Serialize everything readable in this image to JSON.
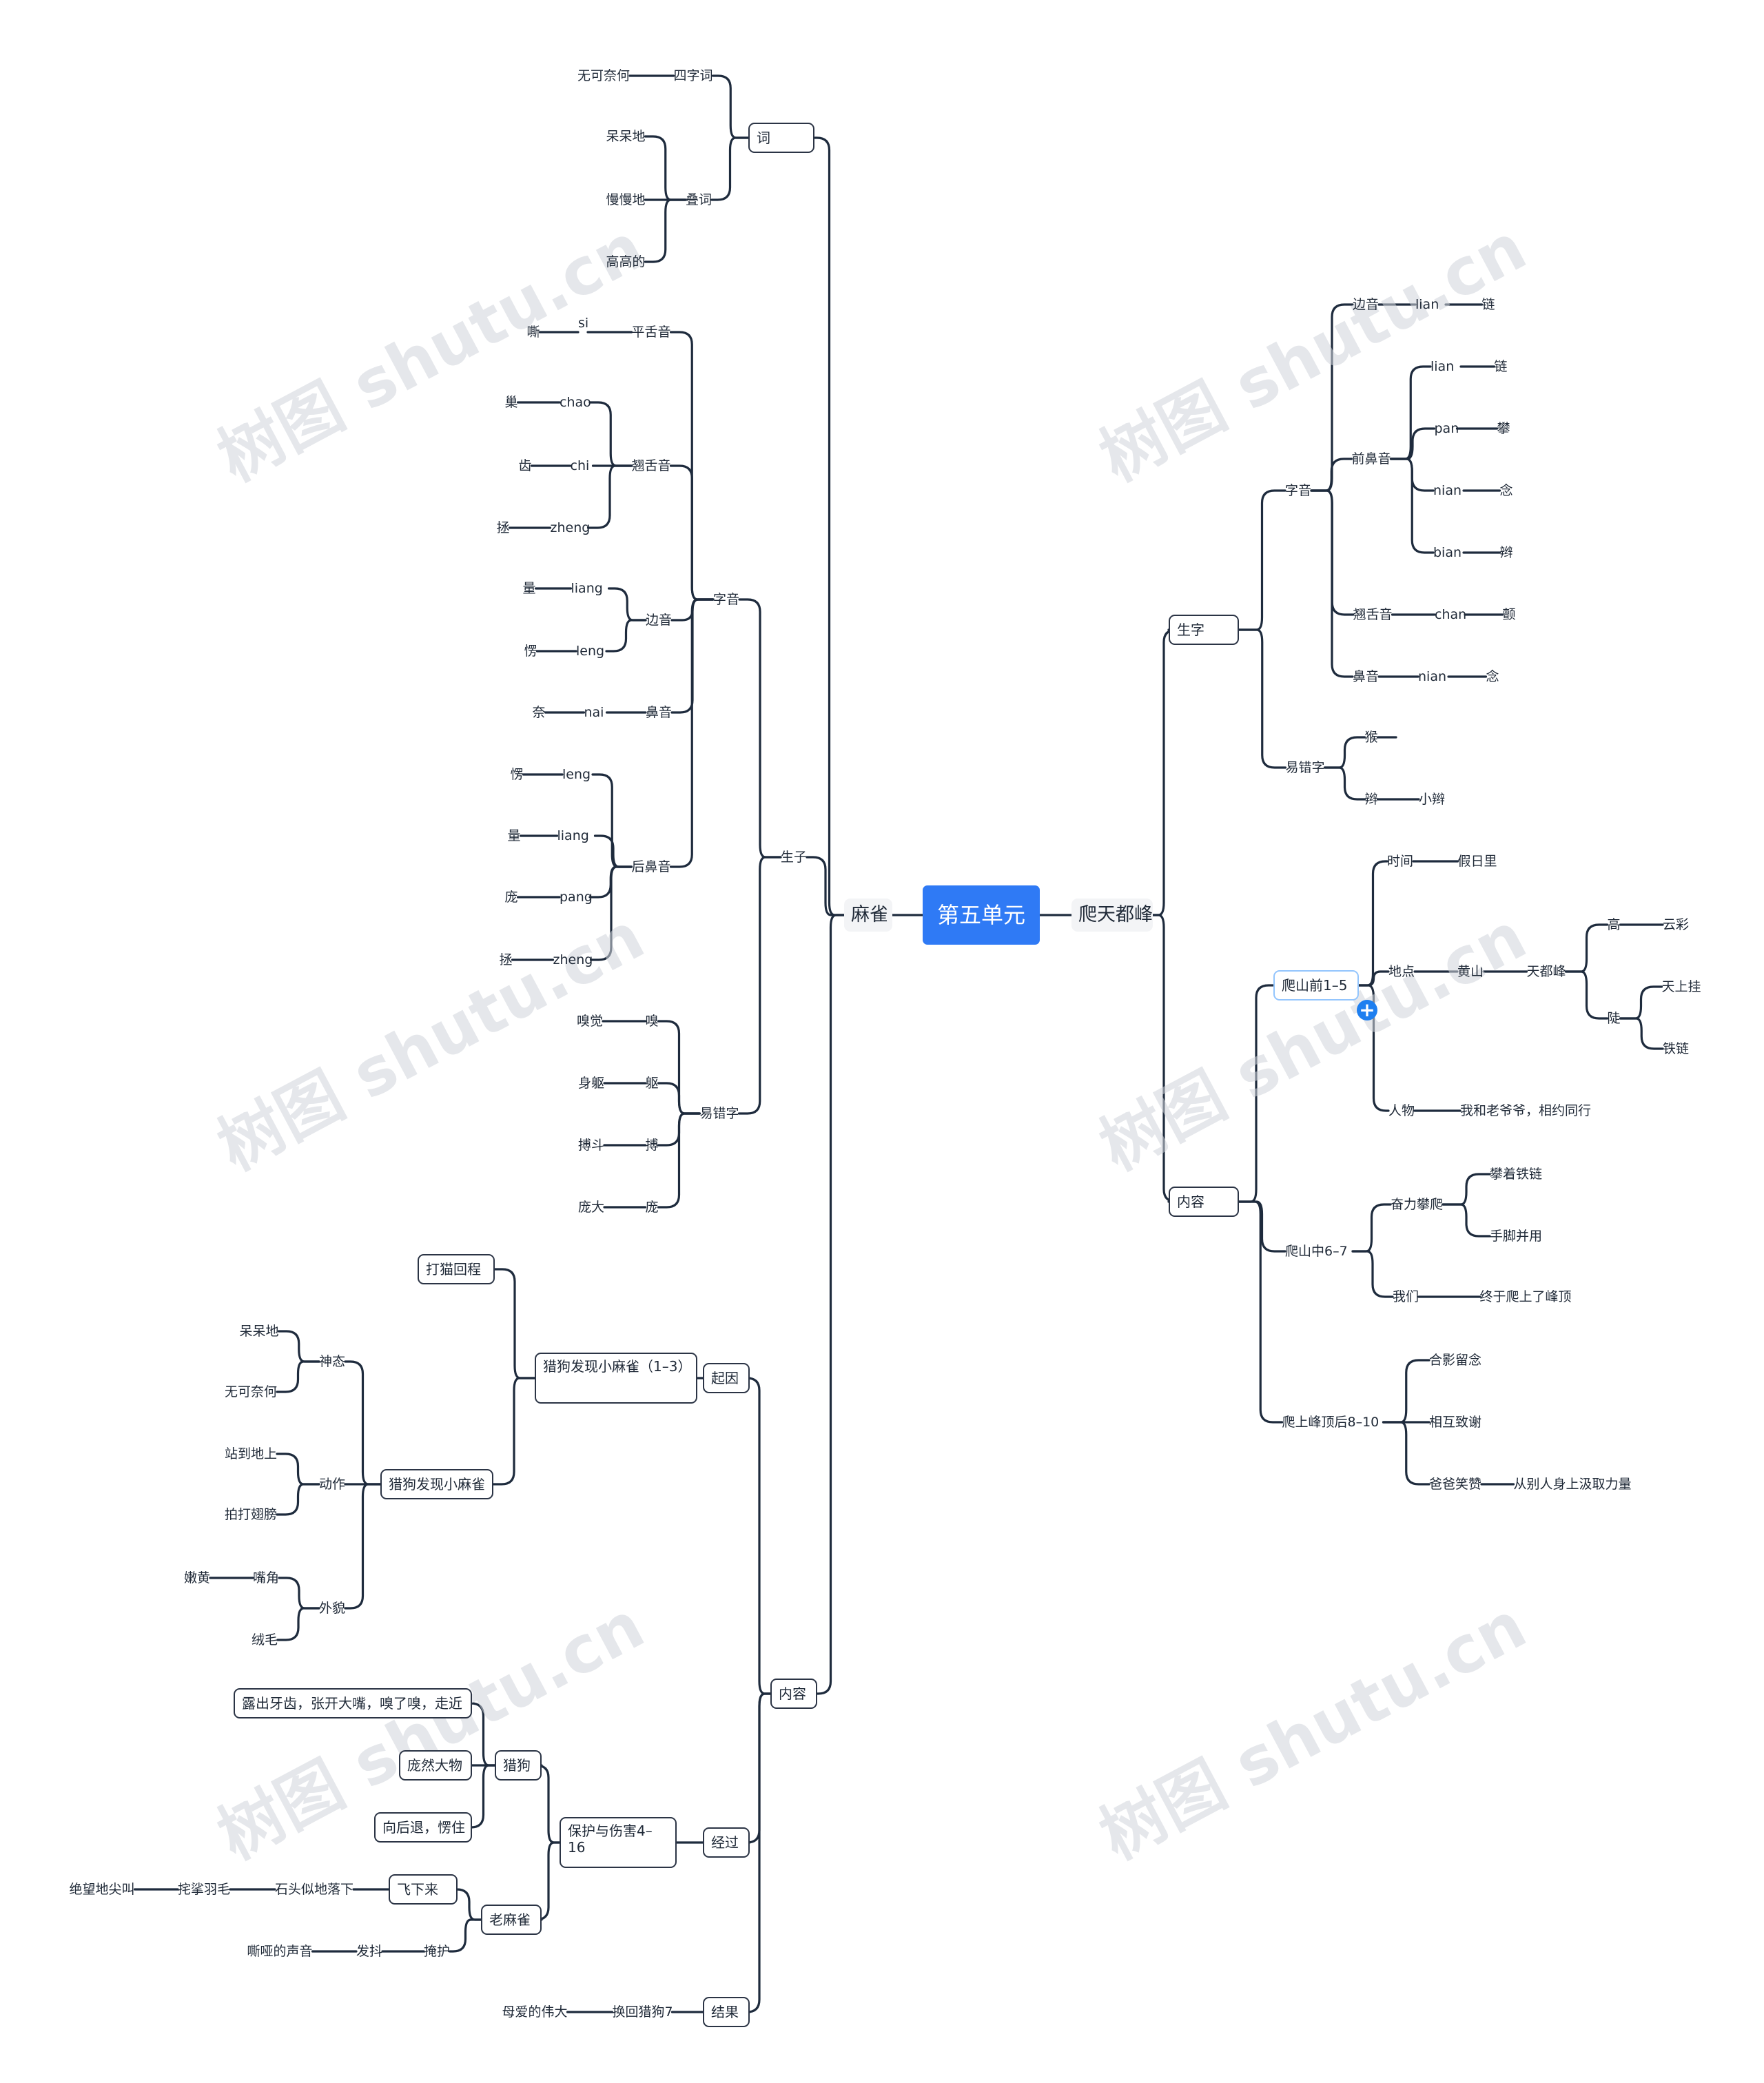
{
  "watermark_text": "树图 shutu.cn",
  "tree": {
    "label": "第五单元",
    "children": [
      {
        "label": "麻雀",
        "children": [
          {
            "label": "词",
            "children": [
              {
                "label": "四字词",
                "children": [
                  {
                    "label": "无可奈何"
                  }
                ]
              },
              {
                "label": "叠词",
                "children": [
                  {
                    "label": "呆呆地"
                  },
                  {
                    "label": "慢慢地"
                  },
                  {
                    "label": "高高的"
                  }
                ]
              }
            ]
          },
          {
            "label": "生子",
            "children": [
              {
                "label": "字音",
                "children": [
                  {
                    "label": "平舌音",
                    "children": [
                      {
                        "label": "si",
                        "children": [
                          {
                            "label": "嘶"
                          }
                        ]
                      }
                    ]
                  },
                  {
                    "label": "翘舌音",
                    "children": [
                      {
                        "label": "chao",
                        "children": [
                          {
                            "label": "巢"
                          }
                        ]
                      },
                      {
                        "label": "chi",
                        "children": [
                          {
                            "label": "齿"
                          }
                        ]
                      },
                      {
                        "label": "zheng",
                        "children": [
                          {
                            "label": "拯"
                          }
                        ]
                      }
                    ]
                  },
                  {
                    "label": "边音",
                    "children": [
                      {
                        "label": "liang",
                        "children": [
                          {
                            "label": "量"
                          }
                        ]
                      },
                      {
                        "label": "leng",
                        "children": [
                          {
                            "label": "愣"
                          }
                        ]
                      }
                    ]
                  },
                  {
                    "label": "鼻音",
                    "children": [
                      {
                        "label": "nai",
                        "children": [
                          {
                            "label": "奈"
                          }
                        ]
                      }
                    ]
                  },
                  {
                    "label": "后鼻音",
                    "children": [
                      {
                        "label": "leng",
                        "children": [
                          {
                            "label": "愣"
                          }
                        ]
                      },
                      {
                        "label": "liang",
                        "children": [
                          {
                            "label": "量"
                          }
                        ]
                      },
                      {
                        "label": "pang",
                        "children": [
                          {
                            "label": "庞"
                          }
                        ]
                      },
                      {
                        "label": "zheng",
                        "children": [
                          {
                            "label": "拯"
                          }
                        ]
                      }
                    ]
                  }
                ]
              },
              {
                "label": "易错字",
                "children": [
                  {
                    "label": "嗅",
                    "children": [
                      {
                        "label": "嗅觉"
                      }
                    ]
                  },
                  {
                    "label": "躯",
                    "children": [
                      {
                        "label": "身躯"
                      }
                    ]
                  },
                  {
                    "label": "搏",
                    "children": [
                      {
                        "label": "搏斗"
                      }
                    ]
                  },
                  {
                    "label": "庞",
                    "children": [
                      {
                        "label": "庞大"
                      }
                    ]
                  }
                ]
              }
            ]
          },
          {
            "label": "内容",
            "children": [
              {
                "label": "起因",
                "children": [
                  {
                    "label": "猎狗发现小麻雀（1–3）",
                    "children": [
                      {
                        "label": "打猫回程"
                      },
                      {
                        "label": "猎狗发现小麻雀",
                        "children": [
                          {
                            "label": "神态",
                            "children": [
                              {
                                "label": "呆呆地"
                              },
                              {
                                "label": "无可奈何"
                              }
                            ]
                          },
                          {
                            "label": "动作",
                            "children": [
                              {
                                "label": "站到地上"
                              },
                              {
                                "label": "拍打翅膀"
                              }
                            ]
                          },
                          {
                            "label": "外貌",
                            "children": [
                              {
                                "label": "嘴角",
                                "children": [
                                  {
                                    "label": "嫩黄"
                                  }
                                ]
                              },
                              {
                                "label": "绒毛"
                              }
                            ]
                          }
                        ]
                      }
                    ]
                  }
                ]
              },
              {
                "label": "经过",
                "children": [
                  {
                    "label": "保护与伤害4–16",
                    "children": [
                      {
                        "label": "猎狗",
                        "children": [
                          {
                            "label": "露出牙齿，张开大嘴，嗅了嗅，走近"
                          },
                          {
                            "label": "庞然大物"
                          },
                          {
                            "label": "向后退，愣住"
                          }
                        ]
                      },
                      {
                        "label": "老麻雀",
                        "children": [
                          {
                            "label": "飞下来",
                            "children": [
                              {
                                "label": "石头似地落下",
                                "children": [
                                  {
                                    "label": "挓挲羽毛",
                                    "children": [
                                      {
                                        "label": "绝望地尖叫"
                                      }
                                    ]
                                  }
                                ]
                              }
                            ]
                          },
                          {
                            "label": "掩护",
                            "children": [
                              {
                                "label": "发抖",
                                "children": [
                                  {
                                    "label": "嘶哑的声音"
                                  }
                                ]
                              }
                            ]
                          }
                        ]
                      }
                    ]
                  }
                ]
              },
              {
                "label": "结果",
                "children": [
                  {
                    "label": "换回猎狗7",
                    "children": [
                      {
                        "label": "母爱的伟大"
                      }
                    ]
                  }
                ]
              }
            ]
          }
        ]
      },
      {
        "label": "爬天都峰",
        "children": [
          {
            "label": "生字",
            "children": [
              {
                "label": "字音",
                "children": [
                  {
                    "label": "边音",
                    "children": [
                      {
                        "label": "lian",
                        "children": [
                          {
                            "label": "链"
                          }
                        ]
                      }
                    ]
                  },
                  {
                    "label": "前鼻音",
                    "children": [
                      {
                        "label": "lian",
                        "children": [
                          {
                            "label": "链"
                          }
                        ]
                      },
                      {
                        "label": "pan",
                        "children": [
                          {
                            "label": "攀"
                          }
                        ]
                      },
                      {
                        "label": "nian",
                        "children": [
                          {
                            "label": "念"
                          }
                        ]
                      },
                      {
                        "label": "bian",
                        "children": [
                          {
                            "label": "辫"
                          }
                        ]
                      }
                    ]
                  },
                  {
                    "label": "翘舌音",
                    "children": [
                      {
                        "label": "chan",
                        "children": [
                          {
                            "label": "颤"
                          }
                        ]
                      }
                    ]
                  },
                  {
                    "label": "鼻音",
                    "children": [
                      {
                        "label": "nian",
                        "children": [
                          {
                            "label": "念"
                          }
                        ]
                      }
                    ]
                  }
                ]
              },
              {
                "label": "易错字",
                "children": [
                  {
                    "label": "猴",
                    "children": [
                      {
                        "label": ""
                      }
                    ]
                  },
                  {
                    "label": "辫",
                    "children": [
                      {
                        "label": "小辫"
                      }
                    ]
                  }
                ]
              }
            ]
          },
          {
            "label": "内容",
            "children": [
              {
                "label": "爬山前1–5",
                "children": [
                  {
                    "label": "时间",
                    "children": [
                      {
                        "label": "假日里"
                      }
                    ]
                  },
                  {
                    "label": "地点",
                    "children": [
                      {
                        "label": "黄山",
                        "children": [
                          {
                            "label": "天都峰",
                            "children": [
                              {
                                "label": "高",
                                "children": [
                                  {
                                    "label": "云彩"
                                  }
                                ]
                              },
                              {
                                "label": "陡",
                                "children": [
                                  {
                                    "label": "天上挂"
                                  },
                                  {
                                    "label": "铁链"
                                  }
                                ]
                              }
                            ]
                          }
                        ]
                      }
                    ]
                  },
                  {
                    "label": "人物",
                    "children": [
                      {
                        "label": "我和老爷爷，相约同行"
                      }
                    ]
                  }
                ]
              },
              {
                "label": "爬山中6–7",
                "children": [
                  {
                    "label": "奋力攀爬",
                    "children": [
                      {
                        "label": "攀着铁链"
                      },
                      {
                        "label": "手脚并用"
                      }
                    ]
                  },
                  {
                    "label": "我们",
                    "children": [
                      {
                        "label": "终于爬上了峰顶"
                      }
                    ]
                  }
                ]
              },
              {
                "label": "爬上峰顶后8–10",
                "children": [
                  {
                    "label": "合影留念"
                  },
                  {
                    "label": "相互致谢"
                  },
                  {
                    "label": "爸爸笑赞",
                    "children": [
                      {
                        "label": "从别人身上汲取力量"
                      }
                    ]
                  }
                ]
              }
            ]
          }
        ]
      }
    ]
  }
}
